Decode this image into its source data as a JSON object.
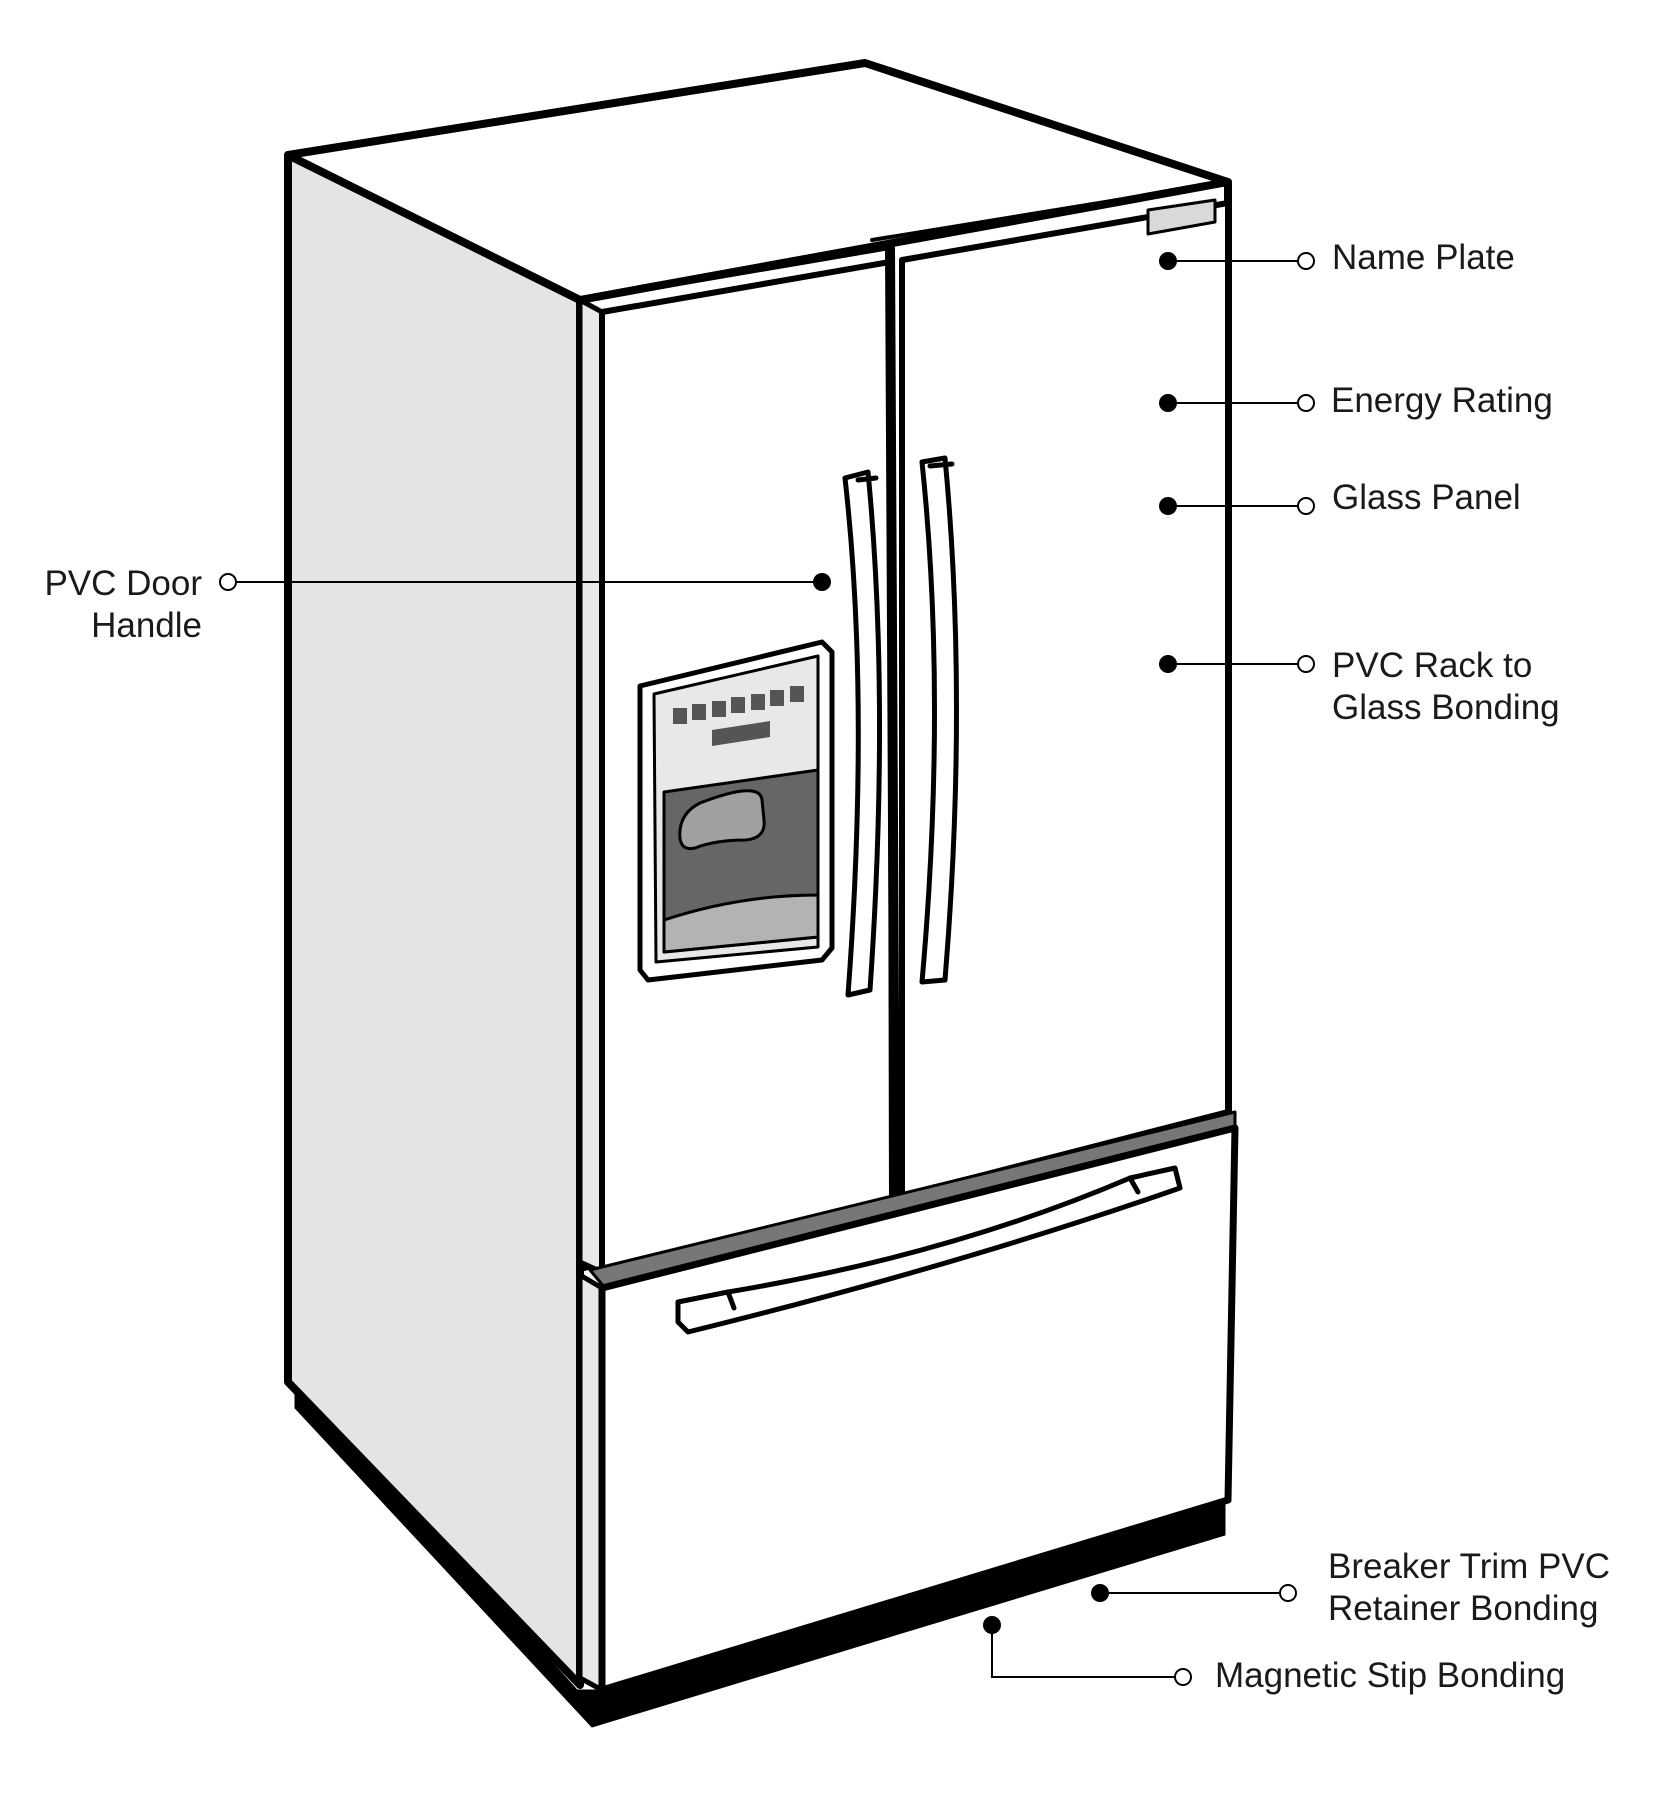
{
  "diagram": {
    "subject": "french-door-refrigerator",
    "colors": {
      "outline": "#000000",
      "side_panel": "#e4e4e4",
      "front_panel": "#ffffff",
      "dispenser_screen": "#e8e8e8",
      "dispenser_cavity": "#666666",
      "drip_tray": "#b3b3b3",
      "dispenser_lever": "#a0a0a0",
      "gasket": "#777777",
      "base": "#000000"
    },
    "callouts": [
      {
        "id": "name-plate",
        "lines": [
          "Name Plate"
        ]
      },
      {
        "id": "energy-rating",
        "lines": [
          "Energy Rating"
        ]
      },
      {
        "id": "glass-panel",
        "lines": [
          "Glass Panel"
        ]
      },
      {
        "id": "pvc-rack-to-glass-bonding",
        "lines": [
          "PVC Rack to",
          "Glass Bonding"
        ]
      },
      {
        "id": "pvc-door-handle",
        "lines": [
          "PVC Door",
          "Handle"
        ]
      },
      {
        "id": "breaker-trim-pvc-retainer-bonding",
        "lines": [
          "Breaker Trim PVC",
          "Retainer Bonding"
        ]
      },
      {
        "id": "magnetic-stip-bonding",
        "lines": [
          "Magnetic Stip Bonding"
        ]
      }
    ]
  }
}
